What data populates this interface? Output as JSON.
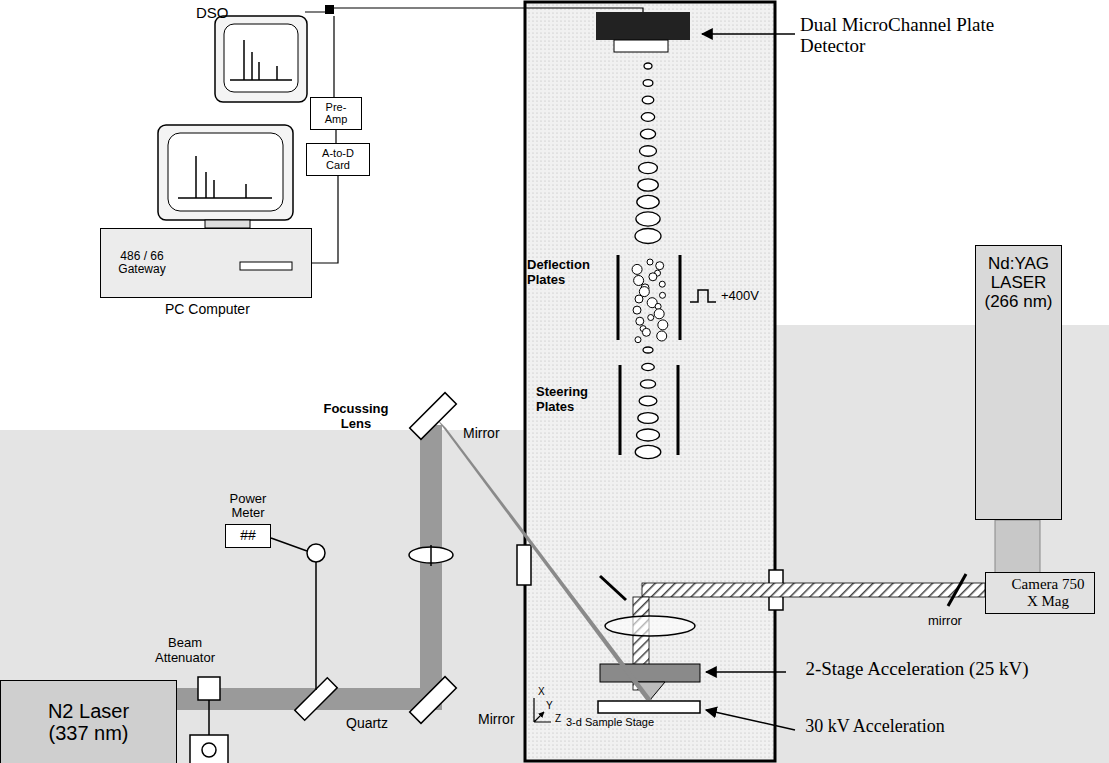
{
  "diagram": {
    "nodes": [
      {
        "text": [
          "Pre-Amp"
        ]
      },
      {
        "text": [
          "A-to-D Card"
        ]
      },
      {
        "text": [
          "486 / 66 Gateway"
        ]
      },
      {
        "text": [
          "Power Meter",
          "##"
        ]
      },
      {
        "text": [
          "N2 Laser (337 nm)"
        ]
      },
      {
        "text": [
          "Nd:YAG LASER (266 nm)"
        ]
      },
      {
        "text": [
          "Camera 750 X Mag"
        ]
      }
    ],
    "edges": [
      {
        "from": 0,
        "to": 1,
        "arrow": "none"
      },
      {
        "from": 1,
        "to": 2,
        "arrow": "none"
      }
    ],
    "labels": [
      "DSO",
      "PC Computer",
      "Dual MicroChannel Plate Detector",
      "Deflection Plates",
      "+400V",
      "Steering Plates",
      "mirror",
      "Focussing Lens",
      "Mirror",
      "Beam Attenuator",
      "Quartz",
      "Mirror",
      "2-Stage Acceleration (25 kV)",
      "3-d Sample Stage",
      "30 kV Acceleration",
      "X",
      "Y",
      "Z"
    ]
  }
}
